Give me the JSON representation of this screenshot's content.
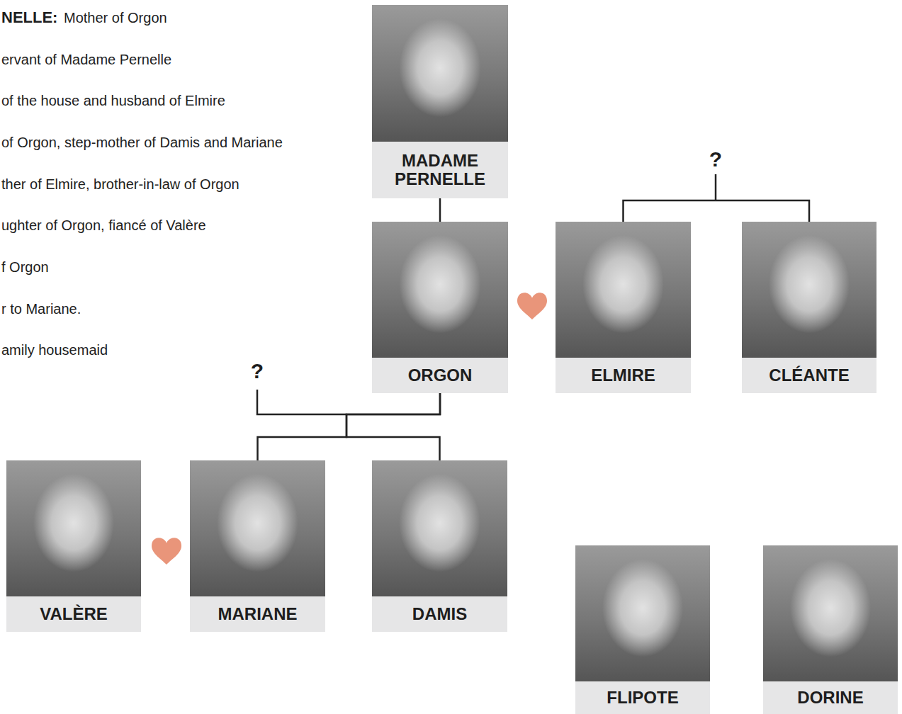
{
  "diagram": {
    "nodes": [
      {
        "text": [
          "MADAME PERNELLE"
        ]
      },
      {
        "text": [
          "ORGON"
        ]
      },
      {
        "text": [
          "ELMIRE"
        ]
      },
      {
        "text": [
          "CLÉANTE"
        ]
      },
      {
        "text": [
          "VALÈRE"
        ]
      },
      {
        "text": [
          "MARIANE"
        ]
      },
      {
        "text": [
          "DAMIS"
        ]
      },
      {
        "text": [
          "FLIPOTE"
        ]
      },
      {
        "text": [
          "DORINE"
        ]
      }
    ],
    "edges": [
      {
        "from": 0,
        "to": 1,
        "arrow": "none"
      },
      {
        "from": 1,
        "to": 5,
        "arrow": "none"
      },
      {
        "from": 1,
        "to": 6,
        "arrow": "none"
      },
      {
        "from": 2,
        "to": 3,
        "arrow": "none"
      }
    ],
    "labels": [
      "NELLE:",
      "Mother of Orgon",
      "ervant of Madame Pernelle",
      "of the house and husband of Elmire",
      "of Orgon, step-mother of Damis and Mariane",
      "ther of Elmire, brother-in-law of Orgon",
      "ughter of Orgon, fiancé of Valère",
      "f Orgon",
      "r to Mariane.",
      "amily housemaid",
      "?",
      "?"
    ]
  }
}
